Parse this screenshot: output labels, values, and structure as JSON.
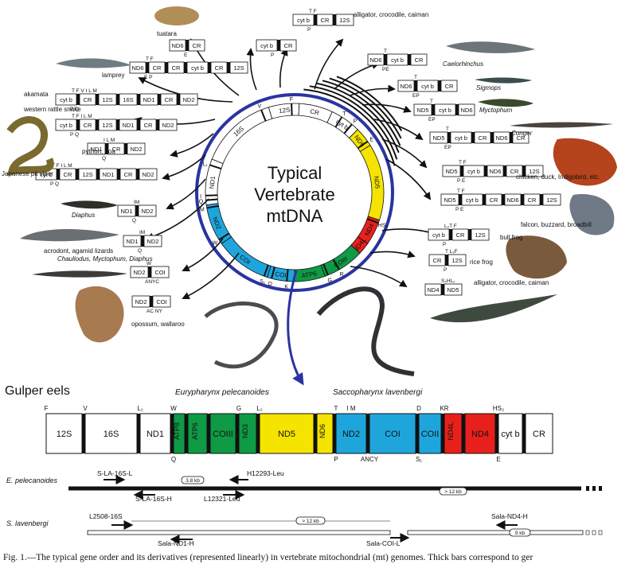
{
  "circle": {
    "title": [
      "Typical",
      "Vertebrate",
      "mtDNA"
    ],
    "genes": [
      {
        "label": "12S",
        "a0": 343,
        "a1": 3,
        "fill": "#ffffff"
      },
      {
        "label": "CR",
        "a0": 3,
        "a1": 25,
        "fill": "#ffffff"
      },
      {
        "label": "cyt b",
        "a0": 25,
        "a1": 45,
        "fill": "#ffffff"
      },
      {
        "label": "ND6",
        "a0": 45,
        "a1": 58,
        "fill": "#f5e400"
      },
      {
        "label": "ND5",
        "a0": 58,
        "a1": 108,
        "fill": "#f5e400"
      },
      {
        "label": "ND4",
        "a0": 108,
        "a1": 125,
        "fill": "#e8201c"
      },
      {
        "label": "ND4L",
        "a0": 125,
        "a1": 133,
        "fill": "#e8201c"
      },
      {
        "label": "COIII",
        "a0": 133,
        "a1": 160,
        "fill": "#0f9a46"
      },
      {
        "label": "ATP6",
        "a0": 160,
        "a1": 180,
        "fill": "#0f9a46"
      },
      {
        "label": "COII",
        "a0": 180,
        "a1": 198,
        "fill": "#1ea6dc"
      },
      {
        "label": "COI",
        "a0": 198,
        "a1": 235,
        "fill": "#1ea6dc"
      },
      {
        "label": "ND2",
        "a0": 235,
        "a1": 262,
        "fill": "#1ea6dc"
      },
      {
        "label": "ND1",
        "a0": 262,
        "a1": 292,
        "fill": "#ffffff"
      },
      {
        "label": "16S",
        "a0": 292,
        "a1": 343,
        "fill": "#ffffff"
      }
    ],
    "markers": [
      {
        "t": "V",
        "a": 338
      },
      {
        "t": "F",
        "a": 358
      },
      {
        "t": "T",
        "a": 32
      },
      {
        "t": "P",
        "a": 40
      },
      {
        "t": "E",
        "a": 55
      },
      {
        "t": "L₁",
        "a": 288
      },
      {
        "t": "I",
        "a": 268
      },
      {
        "t": "Q",
        "a": 265
      },
      {
        "t": "M",
        "a": 260
      },
      {
        "t": "W",
        "a": 238
      },
      {
        "t": "S₁",
        "a": 200
      },
      {
        "t": "D",
        "a": 195
      },
      {
        "t": "K",
        "a": 185
      },
      {
        "t": "G",
        "a": 158
      },
      {
        "t": "R",
        "a": 150
      },
      {
        "t": "HS₂",
        "a": 110
      }
    ],
    "inner_labels": [
      "ANCY",
      "L₂"
    ]
  },
  "variants": [
    {
      "id": "tuatara",
      "genes": [
        "ND6",
        "CR"
      ],
      "top": "",
      "bottom": "E"
    },
    {
      "id": "tuatara2",
      "genes": [
        "cyt b",
        "CR"
      ],
      "top": "",
      "bottom": "P"
    },
    {
      "id": "alligator",
      "genes": [
        "cyt b",
        "CR",
        "12S"
      ],
      "top": "T F",
      "bottom": "P"
    },
    {
      "id": "lamprey",
      "genes": [
        "ND6",
        "CR",
        "CR",
        "cyt b",
        "CR",
        "12S"
      ],
      "top": "T F",
      "bottom": "E P"
    },
    {
      "id": "akamata",
      "genes": [
        "cyt b",
        "CR",
        "12S",
        "16S",
        "ND1",
        "CR",
        "ND2"
      ],
      "top": "T F V I L M",
      "bottom": "P Q"
    },
    {
      "id": "rattlesnake",
      "genes": [
        "cyt b",
        "CR",
        "12S",
        "ND1",
        "CR",
        "ND2"
      ],
      "top": "T F I L M",
      "bottom": "P Q"
    },
    {
      "id": "python",
      "genes": [
        "ND1",
        "CR",
        "ND2"
      ],
      "top": "I L M",
      "bottom": "Q"
    },
    {
      "id": "pitviper",
      "genes": [
        "cyt b",
        "CR",
        "12S",
        "ND1",
        "CR",
        "ND2"
      ],
      "top": "T F I L M",
      "bottom": "P Q"
    },
    {
      "id": "diaphus",
      "genes": [
        "ND1",
        "ND2"
      ],
      "top": "IM",
      "bottom": "Q"
    },
    {
      "id": "agamid",
      "genes": [
        "ND1",
        "ND2"
      ],
      "top": "IM",
      "bottom": "Q"
    },
    {
      "id": "chauliodus",
      "genes": [
        "ND2",
        "COI"
      ],
      "top": "W",
      "bottom": "ANYC"
    },
    {
      "id": "opossum",
      "genes": [
        "ND2",
        "COI"
      ],
      "top": "",
      "bottom": "AC NY"
    },
    {
      "id": "caelorhinchus",
      "genes": [
        "ND6",
        "cyt b",
        "CR"
      ],
      "top": "T",
      "bottom": "PE"
    },
    {
      "id": "sigmops",
      "genes": [
        "ND6",
        "cyt b",
        "CR"
      ],
      "top": "T",
      "bottom": "EP"
    },
    {
      "id": "myctophum",
      "genes": [
        "ND5",
        "cyt b",
        "ND6"
      ],
      "top": "T",
      "bottom": "EP"
    },
    {
      "id": "conger",
      "genes": [
        "ND5",
        "cyt b",
        "CR",
        "ND6",
        "CR"
      ],
      "top": "T",
      "bottom": "EP"
    },
    {
      "id": "chicken",
      "genes": [
        "ND5",
        "cyt b",
        "ND6",
        "CR",
        "12S"
      ],
      "top": "T F",
      "bottom": "P E"
    },
    {
      "id": "falcon",
      "genes": [
        "ND5",
        "cyt b",
        "CR",
        "ND6",
        "CR",
        "12S"
      ],
      "top": "T F",
      "bottom": "P E"
    },
    {
      "id": "bullfrog",
      "genes": [
        "cyt b",
        "CR",
        "12S"
      ],
      "top": "L₂T F",
      "bottom": "P"
    },
    {
      "id": "ricefrog",
      "genes": [
        "CR",
        "12S"
      ],
      "top": "T L₂F",
      "bottom": "P"
    },
    {
      "id": "alligator2",
      "genes": [
        "ND4",
        "ND5"
      ],
      "top": "S₂HL₂",
      "bottom": ""
    }
  ],
  "species": {
    "tuatara": "tuatara",
    "alligator": "alligator, crocodile, caiman",
    "lamprey": "lamprey",
    "akamata": "akamata",
    "rattlesnake": "western rattle snake",
    "python": "python, boa",
    "pitviper": "Japanese pit viper",
    "diaphus": "Diaphus",
    "agamid": "acrodont, agamid lizards",
    "chauliodus": "Chauliodus, Myctophum, Diaphus",
    "opossum": "opossum, wallaroo",
    "caelorhinchus": "Caelorhinchus",
    "sigmops": "Sigmops",
    "myctophum": "Myctophum",
    "conger": "Conger",
    "chicken": "chicken, duck, Indigobird, etc.",
    "falcon": "falcon, buzzard, broadbill",
    "bullfrog": "bull frog",
    "ricefrog": "rice frog",
    "alligator2": "alligator, crocodile, caiman",
    "eury": "Eurypharynx pelecanoides",
    "sacco": "Saccopharynx lavenbergi"
  },
  "gulper": {
    "title": "Gulper eels",
    "genes": [
      {
        "label": "12S",
        "w": 45,
        "fill": "#ffffff"
      },
      {
        "label": "16S",
        "w": 65,
        "fill": "#ffffff"
      },
      {
        "label": "ND1",
        "w": 38,
        "fill": "#ffffff"
      },
      {
        "label": "ATP8",
        "w": 14,
        "fill": "#0f9a46"
      },
      {
        "label": "ATP6",
        "w": 24,
        "fill": "#0f9a46"
      },
      {
        "label": "COIII",
        "w": 32,
        "fill": "#0f9a46"
      },
      {
        "label": "ND3",
        "w": 22,
        "fill": "#0f9a46"
      },
      {
        "label": "ND5",
        "w": 68,
        "fill": "#f5e400"
      },
      {
        "label": "ND6",
        "w": 20,
        "fill": "#f5e400"
      },
      {
        "label": "ND2",
        "w": 38,
        "fill": "#1ea6dc"
      },
      {
        "label": "COI",
        "w": 58,
        "fill": "#1ea6dc"
      },
      {
        "label": "COII",
        "w": 28,
        "fill": "#1ea6dc"
      },
      {
        "label": "ND4L",
        "w": 22,
        "fill": "#e8201c"
      },
      {
        "label": "ND4",
        "w": 38,
        "fill": "#e8201c"
      },
      {
        "label": "cyt b",
        "w": 30,
        "fill": "#ffffff"
      },
      {
        "label": "CR",
        "w": 34,
        "fill": "#ffffff"
      }
    ],
    "top_markers": [
      {
        "t": "F",
        "gi": 0,
        "pos": "start"
      },
      {
        "t": "V",
        "gi": 1,
        "pos": "start"
      },
      {
        "t": "L₁",
        "gi": 2,
        "pos": "start"
      },
      {
        "t": "W",
        "gi": 3,
        "pos": "start"
      },
      {
        "t": "G",
        "gi": 6,
        "pos": "start"
      },
      {
        "t": "L₂",
        "gi": 7,
        "pos": "start"
      },
      {
        "t": "T",
        "gi": 9,
        "pos": "start"
      },
      {
        "t": "I M",
        "gi": 9,
        "pos": "mid"
      },
      {
        "t": "D",
        "gi": 11,
        "pos": "start"
      },
      {
        "t": "KR",
        "gi": 12,
        "pos": "start"
      },
      {
        "t": "HS₂",
        "gi": 14,
        "pos": "start"
      }
    ],
    "bottom_markers": [
      {
        "t": "Q",
        "gi": 3,
        "pos": "start"
      },
      {
        "t": "P",
        "gi": 9,
        "pos": "start"
      },
      {
        "t": "ANCY",
        "gi": 10,
        "pos": "start"
      },
      {
        "t": "S₁",
        "gi": 11,
        "pos": "start"
      },
      {
        "t": "E",
        "gi": 14,
        "pos": "start"
      }
    ]
  },
  "primers": {
    "epel": {
      "name": "E. pelecanoides",
      "labels": [
        "S-LA-16S-L",
        "S-LA-16S-H",
        "H12293-Leu",
        "L12321-Leu"
      ],
      "sizes": [
        "3.8 kb",
        "> 12 kb"
      ]
    },
    "slav": {
      "name": "S. lavenbergi",
      "labels": [
        "L2508-16S",
        "Sala-ND1-H",
        "Sala-COI-L",
        "Sala-ND4-H"
      ],
      "sizes": [
        "> 12 kb",
        "9 kb"
      ]
    }
  },
  "caption": "Fig. 1.—The typical gene order and its derivatives (represented linearly) in vertebrate mitochondrial (mt) genomes. Thick bars correspond to ger"
}
